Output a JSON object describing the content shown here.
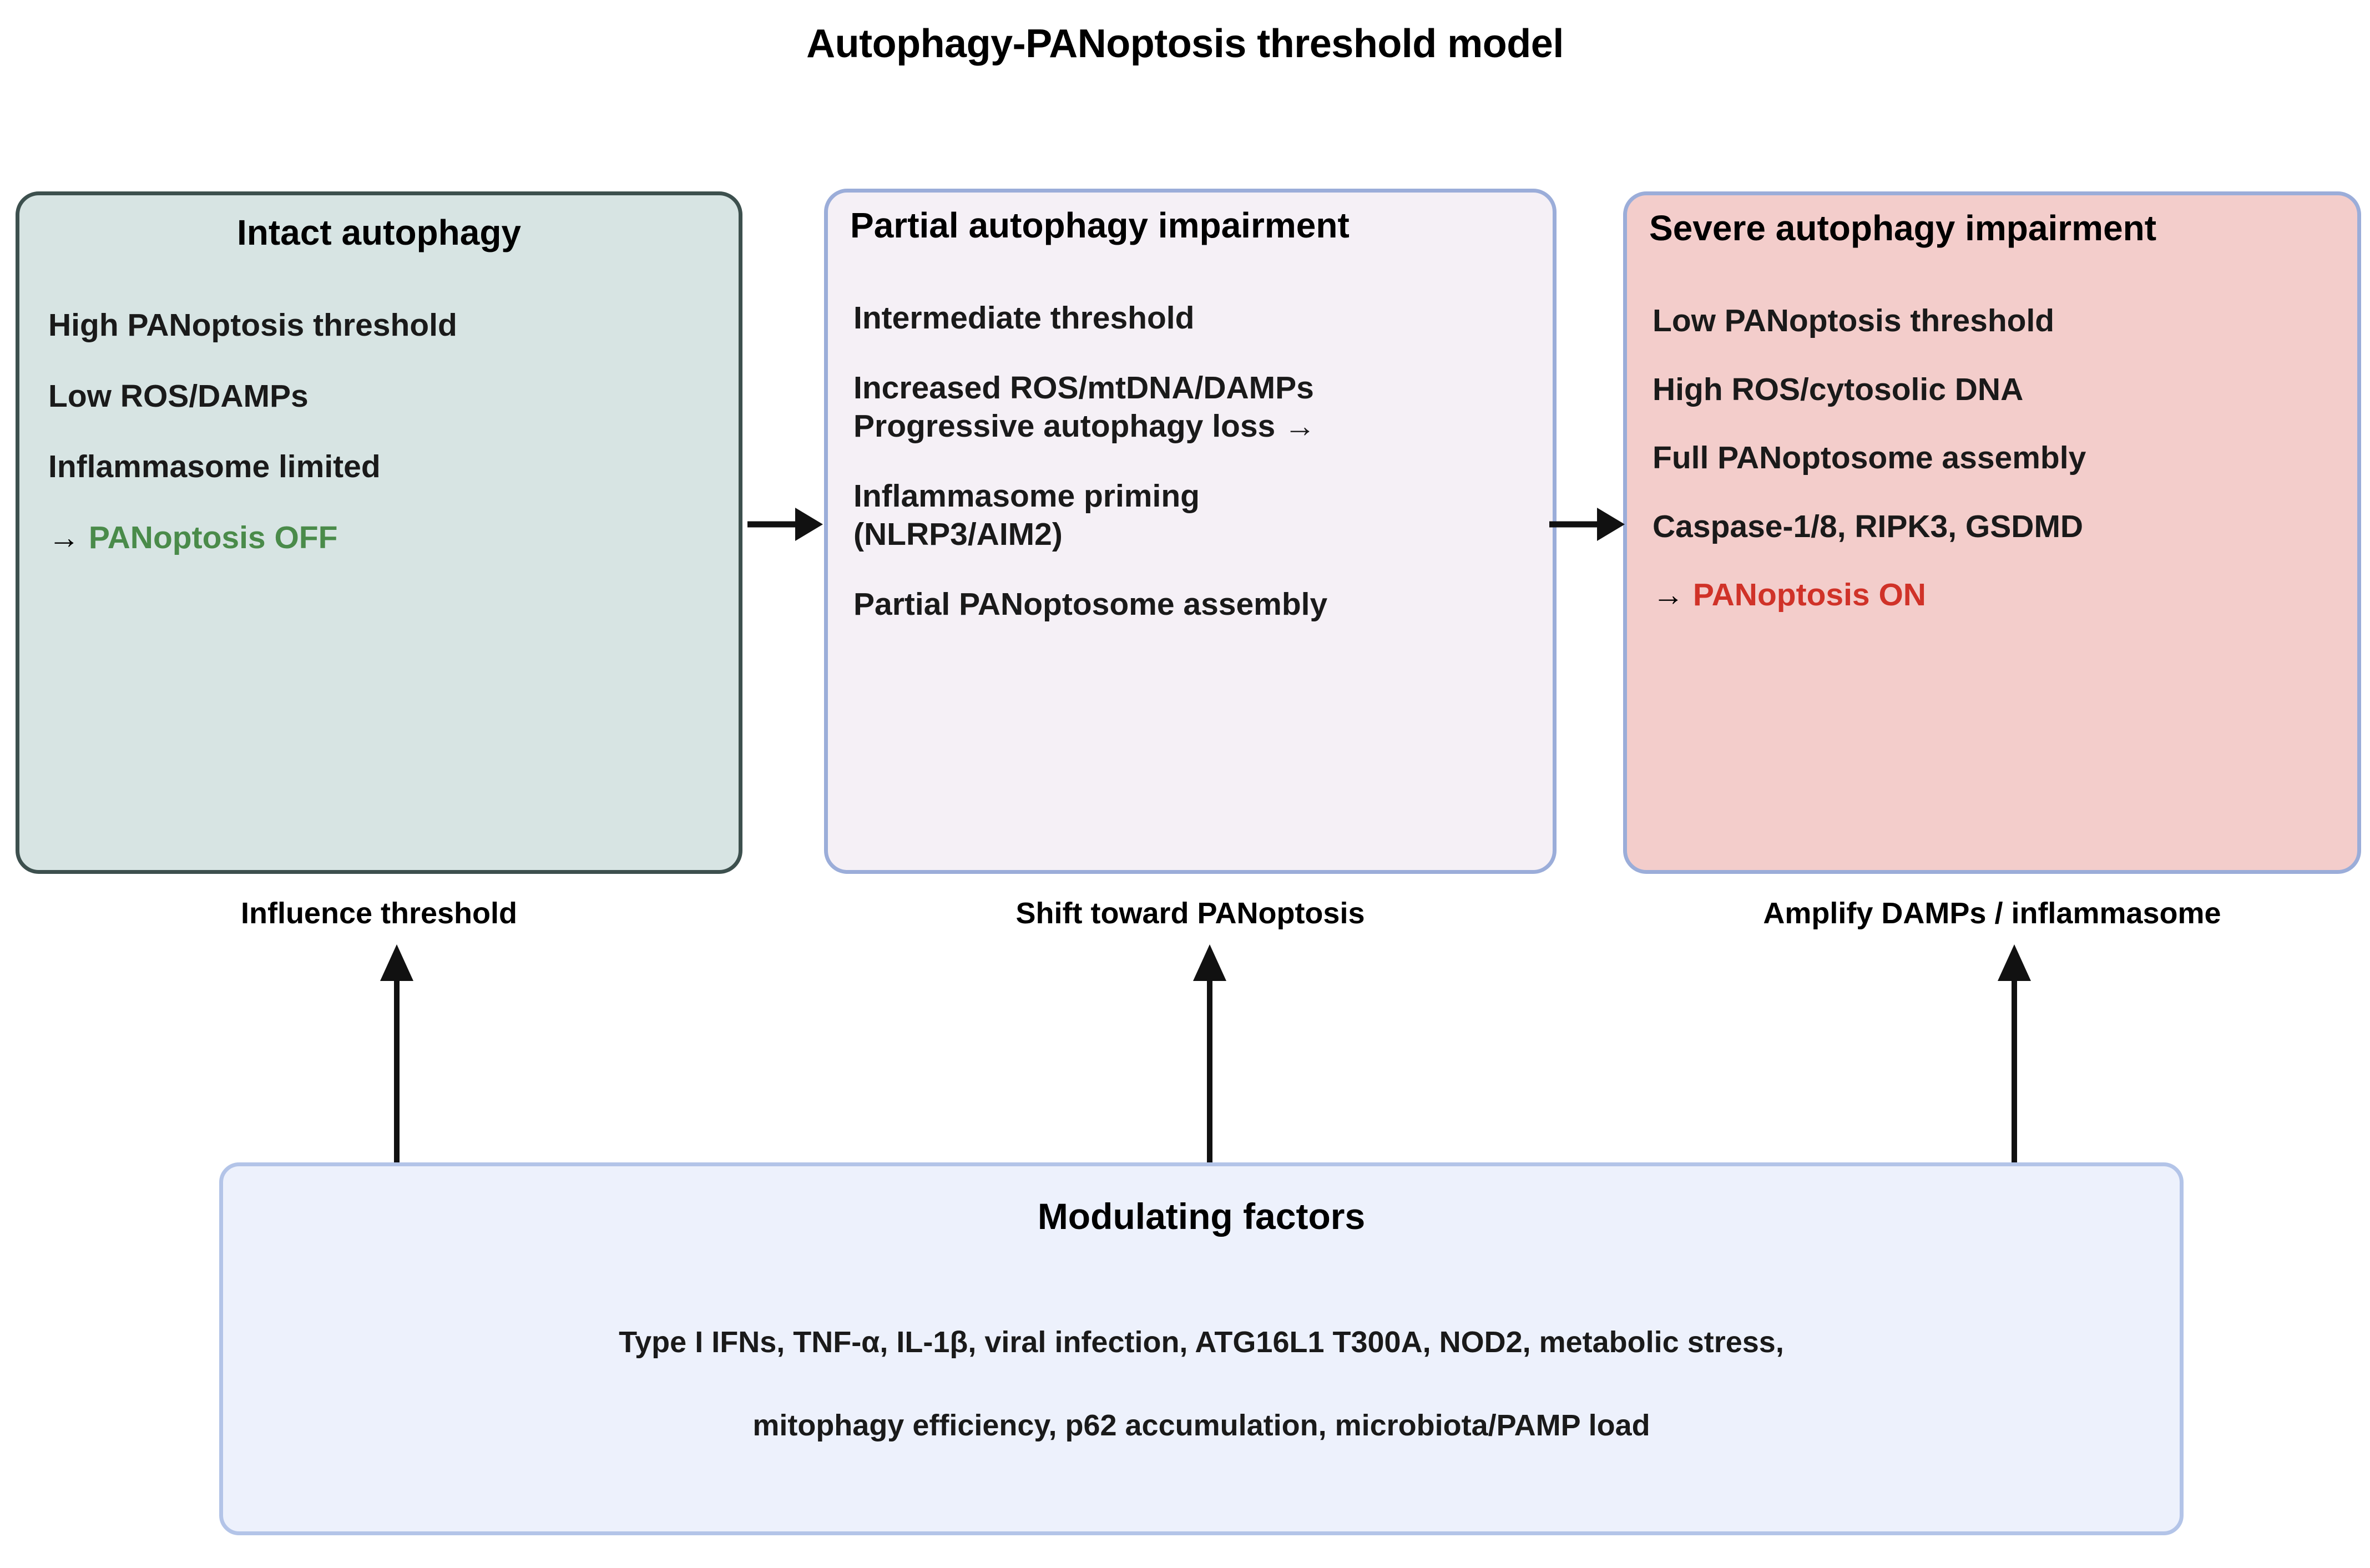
{
  "figure": {
    "title": "Autophagy-PANoptosis threshold model"
  },
  "colors": {
    "intact_fill": "#d7e4e3",
    "intact_border": "#3d504e",
    "partial_fill": "#f5f0f6",
    "partial_border": "#9badd9",
    "severe_fill": "#f3cdcb",
    "severe_border": "#9badd9",
    "modulating_fill": "#edf1fc",
    "modulating_border": "#b3c4e8",
    "panoptosis_off": "#4a8b4a",
    "panoptosis_on": "#d03228",
    "text": "#000000",
    "background": "#ffffff"
  },
  "stages": [
    {
      "id": "intact",
      "title": "Intact autophagy",
      "lines": [
        "High PANoptosis threshold",
        "Low ROS/DAMPs",
        "Inflammasome limited"
      ],
      "outcome_arrow": "→",
      "outcome": "PANoptosis OFF",
      "caption": "Influence threshold"
    },
    {
      "id": "partial",
      "title": "Partial autophagy impairment",
      "lines": [
        "Intermediate threshold",
        "Increased ROS/mtDNA/DAMPs",
        "Progressive autophagy loss →",
        "Inflammasome priming",
        "(NLRP3/AIM2)",
        "Partial PANoptosome assembly"
      ],
      "caption": "Shift toward PANoptosis"
    },
    {
      "id": "severe",
      "title": "Severe autophagy impairment",
      "lines": [
        "Low PANoptosis threshold",
        "High ROS/cytosolic DNA",
        "Full PANoptosome assembly",
        "Caspase-1/8, RIPK3, GSDMD"
      ],
      "outcome_arrow": "→",
      "outcome": "PANoptosis ON",
      "caption": "Amplify DAMPs / inflammasome"
    }
  ],
  "modulating": {
    "title": "Modulating factors",
    "line_1": "Type I IFNs, TNF-α, IL-1β, viral infection, ATG16L1 T300A, NOD2, metabolic stress,",
    "line_2": "mitophagy efficiency, p62 accumulation, microbiota/PAMP load"
  },
  "arrows": {
    "stage_to_stage_1": "arrow-right",
    "stage_to_stage_2": "arrow-right",
    "modulating_to_intact": "arrow-up",
    "modulating_to_partial": "arrow-up",
    "modulating_to_severe": "arrow-up"
  }
}
